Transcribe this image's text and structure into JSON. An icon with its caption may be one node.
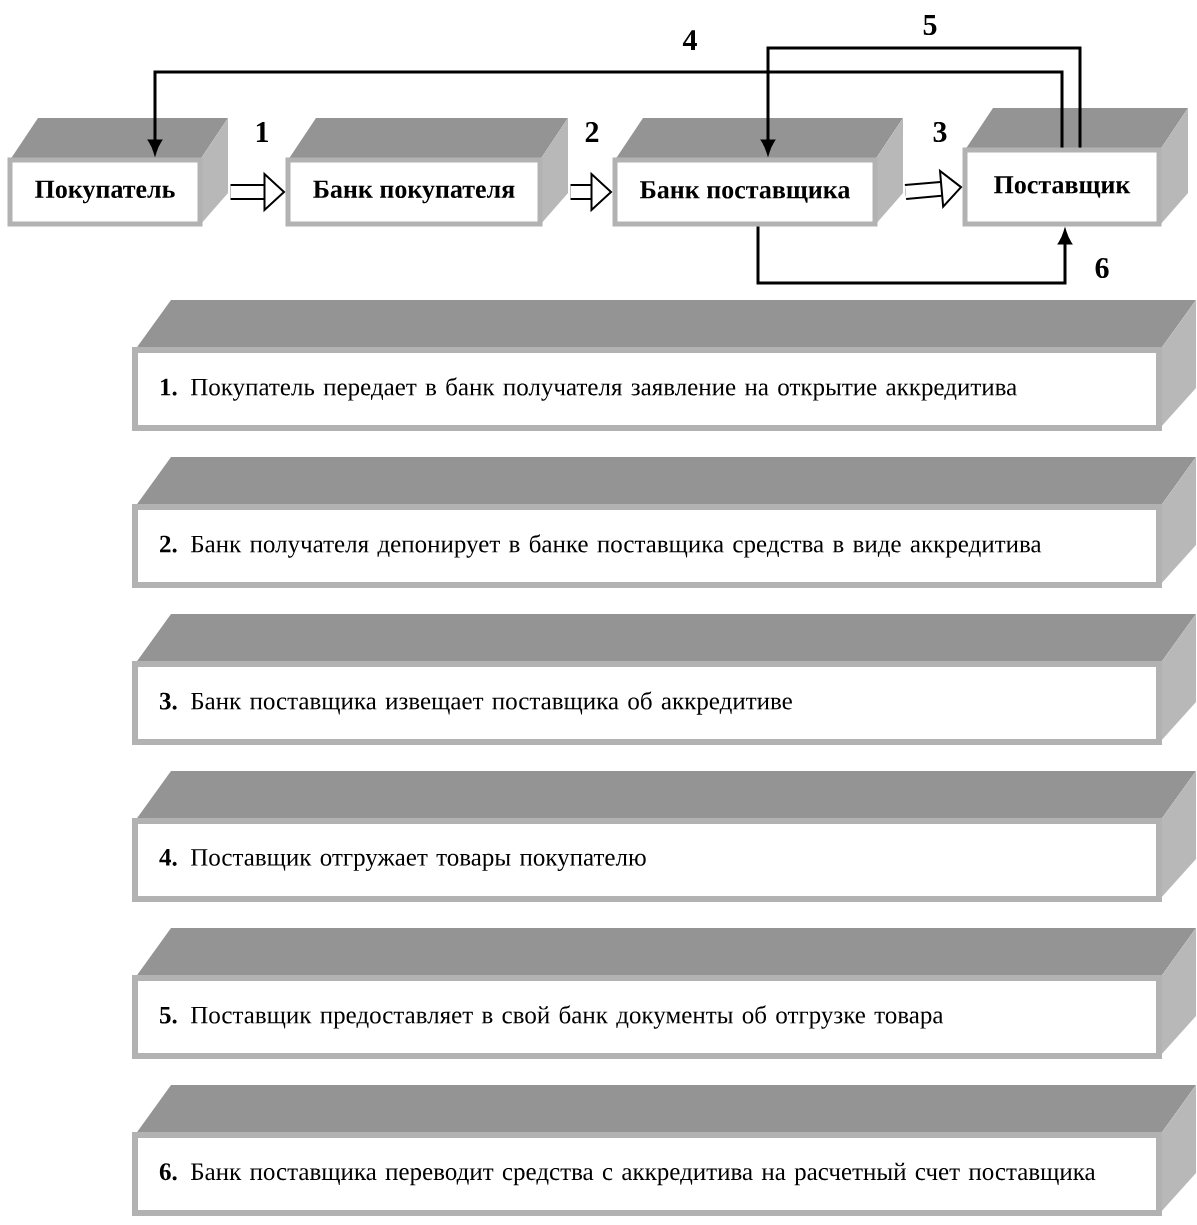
{
  "diagram": {
    "nodes": [
      {
        "text": [
          "Покупатель"
        ]
      },
      {
        "text": [
          "Банк покупателя"
        ]
      },
      {
        "text": [
          "Банк поставщика"
        ]
      },
      {
        "text": [
          "Поставщик"
        ]
      },
      {
        "text": [
          "**1.** Покупатель передает в банк получателя заявление на открытие аккредитива"
        ]
      },
      {
        "text": [
          "**2.** Банк получателя депонирует в банке поставщика средства в виде аккредитива"
        ]
      },
      {
        "text": [
          "**3.** Банк поставщика извещает поставщика об аккредитиве"
        ]
      },
      {
        "text": [
          "**4.** Поставщик отгружает товары покупателю"
        ]
      },
      {
        "text": [
          "**5.** Поставщик предоставляет в свой банк документы об отгрузке товара"
        ]
      },
      {
        "text": [
          "**6.** Банк поставщика переводит средства с аккредитива на расчетный счет поставщика"
        ]
      }
    ],
    "edges": [
      {
        "from": 0,
        "to": 1,
        "arrow": "to",
        "label": "1",
        "style": "thick"
      },
      {
        "from": 1,
        "to": 2,
        "arrow": "to",
        "label": "2",
        "style": "thick"
      },
      {
        "from": 2,
        "to": 3,
        "arrow": "to",
        "label": "3",
        "style": "thick"
      },
      {
        "from": 3,
        "to": 0,
        "arrow": "to",
        "label": "4"
      },
      {
        "from": 3,
        "to": 2,
        "arrow": "to",
        "label": "5"
      },
      {
        "from": 2,
        "to": 3,
        "arrow": "to",
        "label": "6"
      }
    ]
  }
}
